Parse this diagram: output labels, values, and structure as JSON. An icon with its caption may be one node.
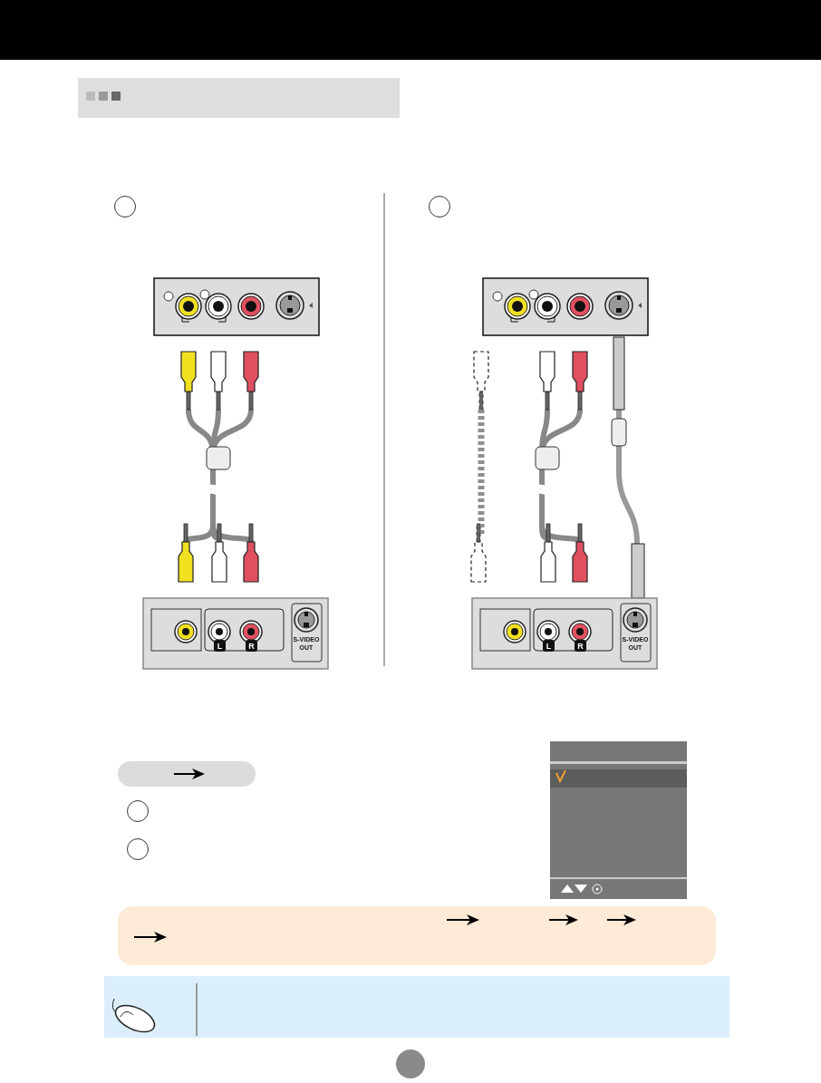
{
  "diagram": {
    "labels": [
      "L",
      "R",
      "S-VIDEO OUT",
      "L",
      "R",
      "S-VIDEO OUT"
    ]
  }
}
